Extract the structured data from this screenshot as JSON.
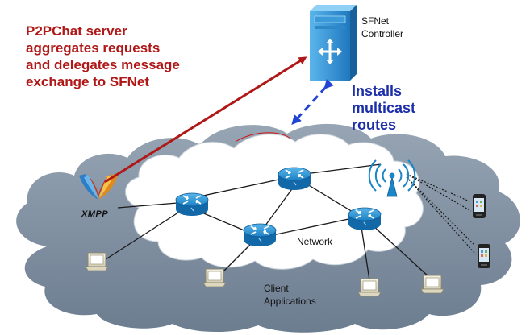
{
  "annotation": {
    "server_lines": [
      "P2PChat server",
      "aggregates requests",
      "and delegates message",
      "exchange to SFNet"
    ],
    "installs_lines": [
      "Installs",
      "multicast",
      "routes"
    ]
  },
  "controller": {
    "label_lines": [
      "SFNet",
      "Controller"
    ]
  },
  "network": {
    "label": "Network"
  },
  "clients": {
    "label_lines": [
      "Client",
      "Applications"
    ]
  },
  "xmpp": {
    "label": "XMPP"
  },
  "colors": {
    "server_text": "#b01818",
    "installs_text": "#1c2ea8",
    "outer_cloud": "#7d8ea0",
    "router": "#1a86c8",
    "controller": "#2e8fd4",
    "arrow": "#b01818",
    "dashed_arrow": "#1f44d6"
  },
  "icons": [
    "controller-server-icon",
    "router-icon",
    "wireless-antenna-icon",
    "laptop-icon",
    "smartphone-icon",
    "xmpp-logo-icon"
  ]
}
